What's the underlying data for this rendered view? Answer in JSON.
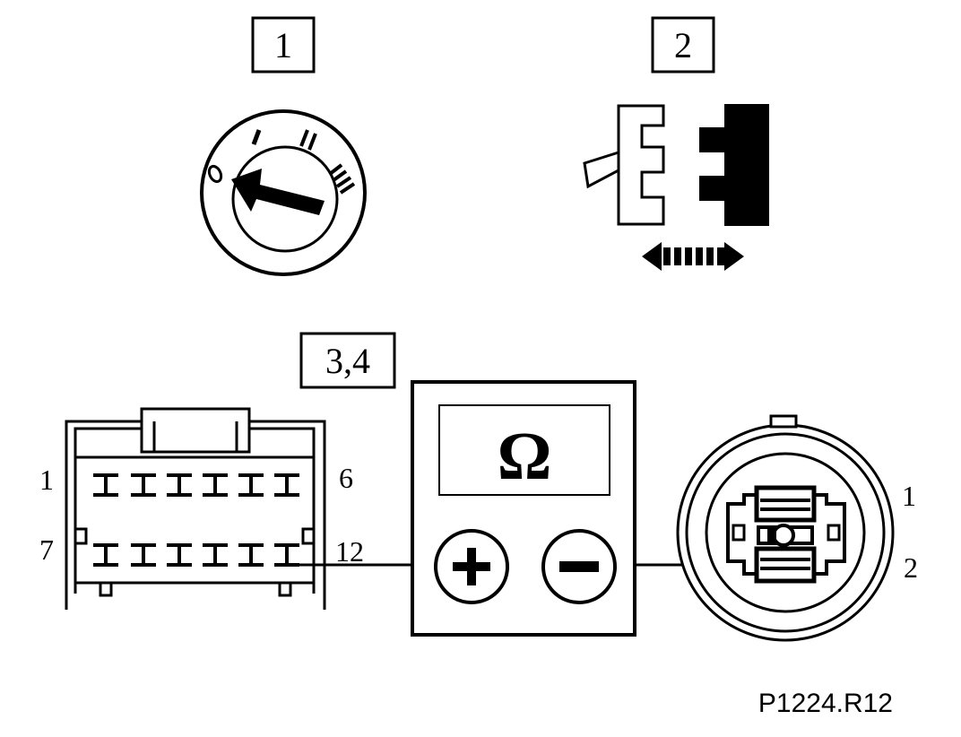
{
  "steps": {
    "step1": "1",
    "step2": "2",
    "step3": "3,4"
  },
  "ignition_switch": {
    "positions": [
      "0",
      "I",
      "II",
      "III"
    ]
  },
  "connector_a": {
    "pin_top_left": "1",
    "pin_top_right": "6",
    "pin_bottom_left": "7",
    "pin_bottom_right": "12"
  },
  "multimeter": {
    "display": "Ω",
    "positive_terminal": "+",
    "negative_terminal": "−"
  },
  "connector_b": {
    "pin_1": "1",
    "pin_2": "2"
  },
  "figure_code": "P1224.R12",
  "colors": {
    "ink": "#000000",
    "paper": "#ffffff"
  }
}
